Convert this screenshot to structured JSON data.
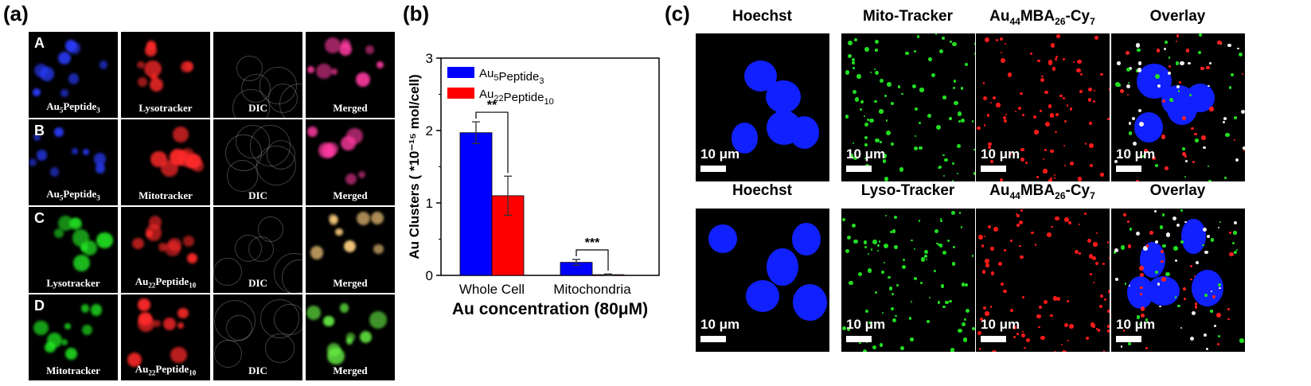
{
  "panel_labels": {
    "a": "(a)",
    "b": "(b)",
    "c": "(c)"
  },
  "panel_a": {
    "rows": [
      {
        "letter": "A",
        "captions": [
          "Au5Peptide3",
          "Lysotracker",
          "DIC",
          "Merged"
        ]
      },
      {
        "letter": "B",
        "captions": [
          "Au5Peptide3",
          "Mitotracker",
          "DIC",
          "Merged"
        ]
      },
      {
        "letter": "C",
        "captions": [
          "Lysotracker",
          "Au22Peptide10",
          "DIC",
          "Merged"
        ]
      },
      {
        "letter": "D",
        "captions": [
          "Mitotracker",
          "Au22Peptide10",
          "DIC",
          "Merged"
        ]
      }
    ]
  },
  "chart_data": {
    "type": "bar",
    "categories": [
      "Whole Cell",
      "Mitochondria"
    ],
    "series": [
      {
        "name": "Au5Peptide3",
        "color": "#0000ff",
        "values": [
          1.97,
          0.18
        ],
        "errors": [
          0.15,
          0.04
        ]
      },
      {
        "name": "Au22Peptide10",
        "color": "#ff0000",
        "values": [
          1.1,
          0.01
        ],
        "errors": [
          0.27,
          0.01
        ]
      }
    ],
    "xlabel": "Au concentration (80μM)",
    "ylabel": "Au Clusters ( *10⁻¹⁵ mol/cell)",
    "ylim": [
      0,
      3
    ],
    "yticks": [
      "0",
      "1",
      "2",
      "3"
    ],
    "significance": [
      "**",
      "***"
    ],
    "legend_position": "top-left"
  },
  "panel_c": {
    "top_headers": [
      "Hoechst",
      "Mito-Tracker",
      "Au44MBA26-Cy7",
      "Overlay"
    ],
    "bottom_headers": [
      "Hoechst",
      "Lyso-Tracker",
      "Au44MBA26-Cy7",
      "Overlay"
    ],
    "scale_label": "10 μm"
  }
}
